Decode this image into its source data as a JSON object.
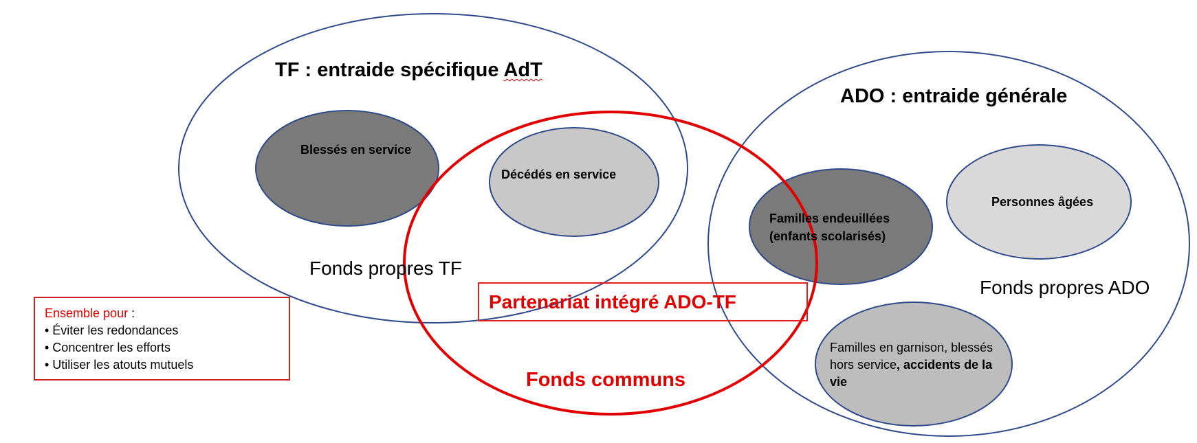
{
  "tf": {
    "title_prefix": "TF : entraide spécifique ",
    "title_suffix": "AdT",
    "funds": "Fonds propres TF",
    "blesses": "Blessés en service",
    "decedes": "Décédés en service"
  },
  "ado": {
    "title": "ADO : entraide générale",
    "funds": "Fonds propres ADO",
    "familles_endeuillees_line1": "Familles endeuillées",
    "familles_endeuillees_line2": "(enfants scolarisés)",
    "personnes_agees": "Personnes âgées",
    "garnison_line1": "Familles en garnison, blessés",
    "garnison_line2_plain": "hors service",
    "garnison_line2_bold": ", accidents de la",
    "garnison_line3_bold": "vie"
  },
  "common": {
    "partnership": "Partenariat intégré ADO-TF",
    "funds": "Fonds communs"
  },
  "legend": {
    "lead": "Ensemble pour",
    "colon": " :",
    "items": [
      "• Éviter les redondances",
      "• Concentrer les efforts",
      "• Utiliser les atouts mutuels"
    ]
  },
  "colors": {
    "outline_blue": "#2f4a8a",
    "red": "#e00000",
    "dark_grey": "#7a7a7a",
    "mid_grey": "#bdbdbd",
    "light_grey": "#d9d9d9"
  }
}
